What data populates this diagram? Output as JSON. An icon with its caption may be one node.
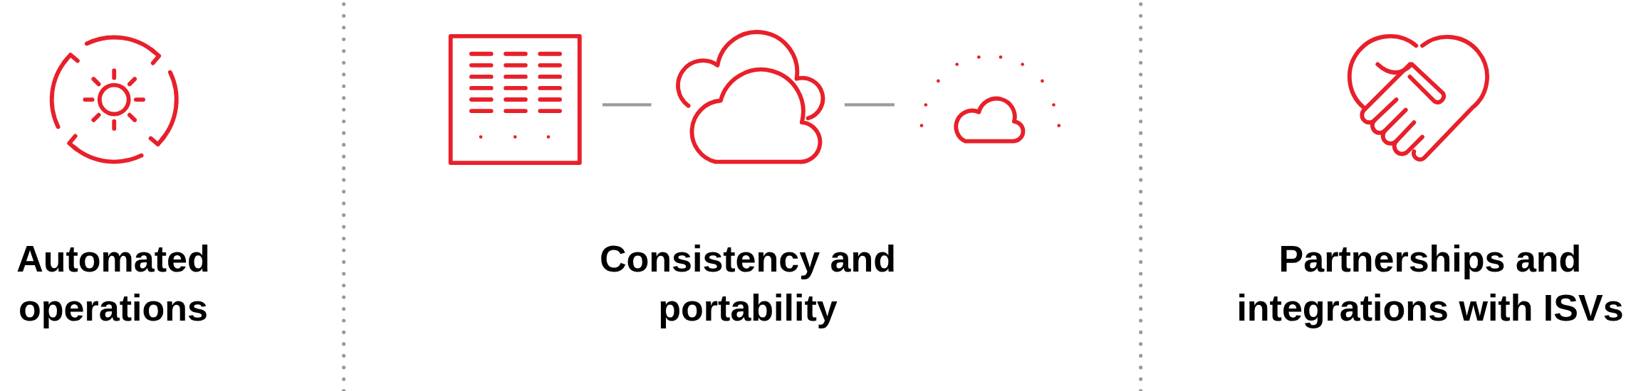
{
  "diagram": {
    "nodes": [
      {
        "text": [],
        "shape": "picture"
      },
      {
        "text": [],
        "shape": "cloud"
      },
      {
        "text": [],
        "shape": "cloud"
      }
    ],
    "edges": [
      {
        "from": 0,
        "to": 1,
        "arrow": "none"
      },
      {
        "from": 1,
        "to": 2,
        "arrow": "none"
      }
    ],
    "labels": [
      "Automated operations",
      "Consistency and portability",
      "Partnerships and integrations with ISVs"
    ]
  }
}
